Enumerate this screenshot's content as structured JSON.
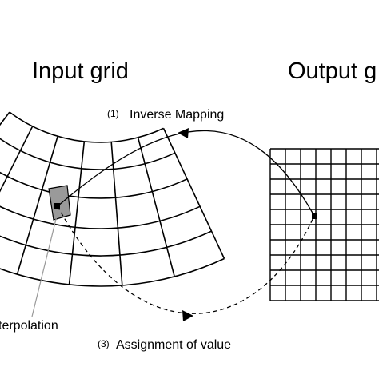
{
  "labels": {
    "input_grid": "Input grid",
    "output_grid": "Output g",
    "step1_num": "(1)",
    "step1_text": "Inverse Mapping",
    "step3_num": "(3)",
    "step3_text": "Assignment of value",
    "interpolation": "terpolation"
  },
  "colors": {
    "line": "#000000",
    "highlight_cell": "#9a9a9a"
  }
}
